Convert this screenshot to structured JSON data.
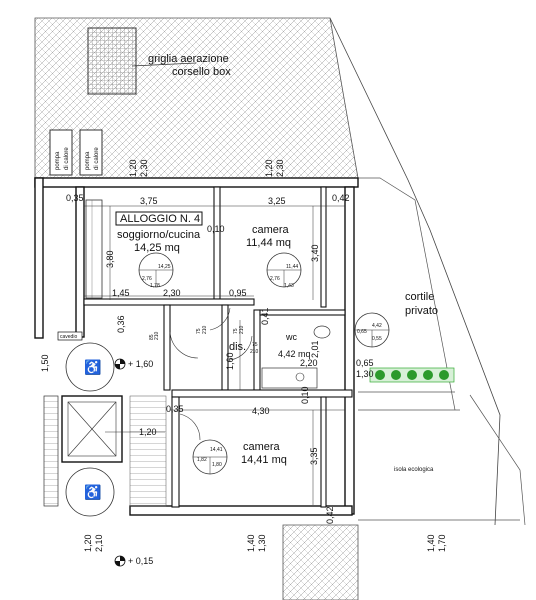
{
  "labels": {
    "grid_vent_1": "griglia aerazione",
    "grid_vent_2": "corsello box",
    "pump_1_a": "pompa",
    "pump_1_b": "di calore",
    "pump_2_a": "pompa",
    "pump_2_b": "di calore",
    "apartment": "ALLOGGIO N. 4",
    "living_1": "soggiorno/cucina",
    "living_2": "14,25 mq",
    "bedroom1_1": "camera",
    "bedroom1_2": "11,44 mq",
    "bedroom2_1": "camera",
    "bedroom2_2": "14,41 mq",
    "wc_1": "wc",
    "wc_2": "4,42 mq",
    "dis": "dis.",
    "courtyard_1": "cortile",
    "courtyard_2": "privato",
    "eco": "isola ecologica",
    "cavedio": "cavedio"
  },
  "dimensions": {
    "d120_top_left": "1,20",
    "d230_top_left": "2,30",
    "d120_top_right": "1,20",
    "d230_top_right": "2,30",
    "d035_tl": "0,35",
    "d375": "3,75",
    "d325": "3,25",
    "d042_tr": "0,42",
    "d010_top": "0,10",
    "d380": "3,80",
    "d340": "3,40",
    "d145": "1,45",
    "d230_mid": "2,30",
    "d095": "0,95",
    "d041": "0,41",
    "d036": "0,36",
    "d085": "85",
    "d210_a": "210",
    "d075_a": "75",
    "d210_b": "210",
    "d075_b": "75",
    "d210_c": "210",
    "d075_c": "75",
    "d210_d": "210",
    "d201": "2,01",
    "d160": "1,60",
    "d220": "2,20",
    "d065": "0,65",
    "d130_right": "1,30",
    "d150": "1,50",
    "d010_mid": "0,10",
    "d035_mid": "0,35",
    "d430": "4,30",
    "d120_mid": "1,20",
    "d335": "3,35",
    "d042_br": "0,42",
    "d120_bl": "1,20",
    "d210_bl": "2,10",
    "d140_bm": "1,40",
    "d130_bm": "1,30",
    "d140_br": "1,40",
    "d170_br": "1,70",
    "level_160": "+ 1,60",
    "level_015": "+ 0,15"
  },
  "window_codes": {
    "w1_a": "1,78",
    "w1_b": "2,76",
    "w1_c": "14,25",
    "w2_a": "1,43",
    "w2_b": "2,76",
    "w2_c": "11,44",
    "w3_a": "0,55",
    "w3_b": "0,65",
    "w3_c": "4,42",
    "w4_a": "1,80",
    "w4_b": "1,82",
    "w4_c": "14,41"
  }
}
